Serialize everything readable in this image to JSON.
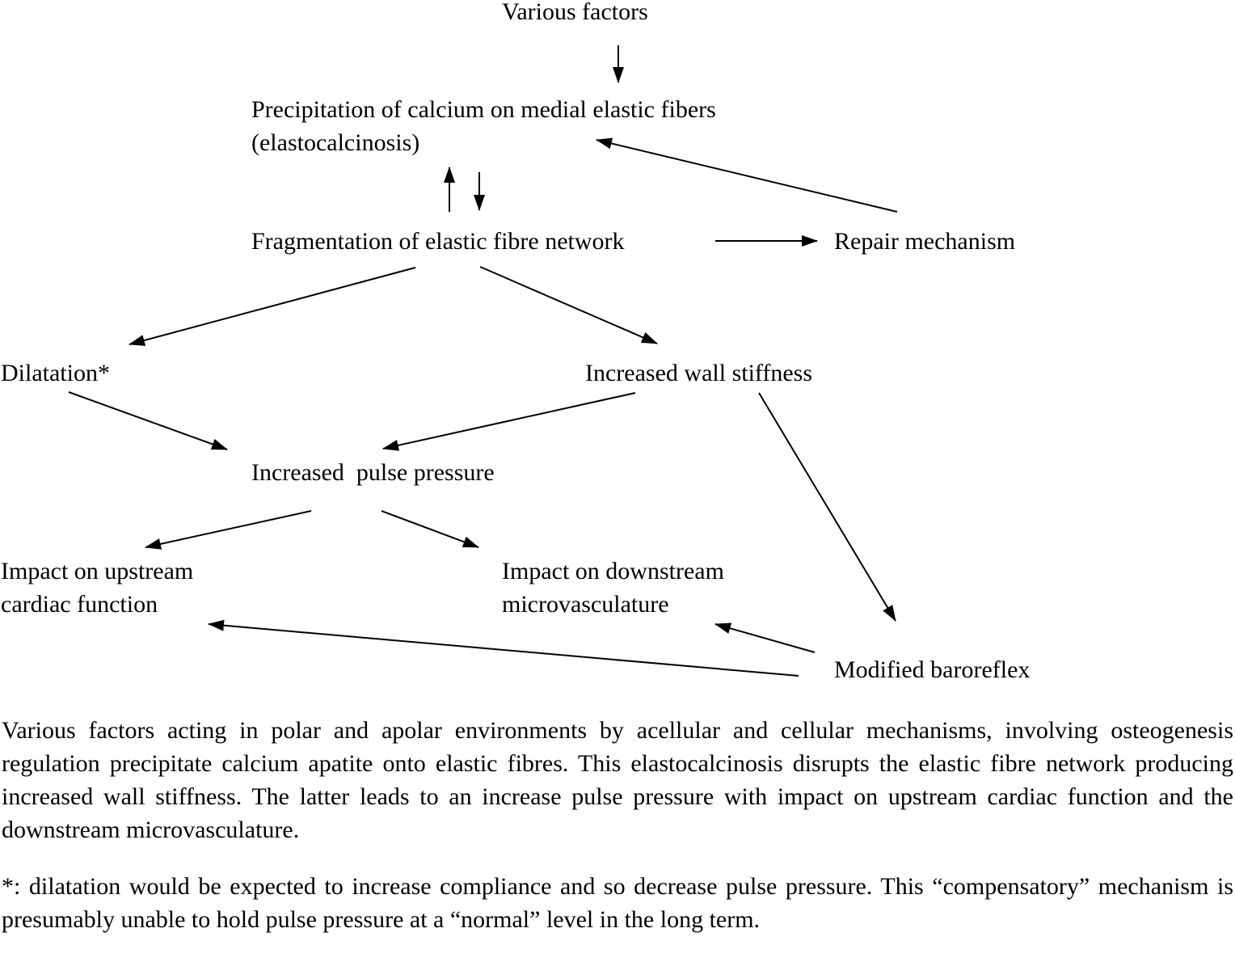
{
  "diagram": {
    "nodes": {
      "various_factors": "Various factors",
      "precipitation_line1": "Precipitation of calcium on medial elastic fibers",
      "precipitation_line2": "(elastocalcinosis)",
      "fragmentation": "Fragmentation of elastic fibre network",
      "repair": "Repair mechanism",
      "dilatation": "Dilatation*",
      "wall_stiffness": "Increased wall stiffness",
      "pulse_pressure": "Increased  pulse pressure",
      "upstream_line1": "Impact on upstream",
      "upstream_line2": "cardiac function",
      "downstream_line1": "Impact on downstream",
      "downstream_line2": "microvasculature",
      "baroreflex": "Modified baroreflex"
    },
    "edges": [
      {
        "from": "various_factors",
        "to": "precipitation"
      },
      {
        "from": "fragmentation",
        "to": "precipitation"
      },
      {
        "from": "precipitation",
        "to": "fragmentation"
      },
      {
        "from": "repair",
        "to": "precipitation"
      },
      {
        "from": "fragmentation",
        "to": "repair"
      },
      {
        "from": "fragmentation",
        "to": "dilatation"
      },
      {
        "from": "fragmentation",
        "to": "wall_stiffness"
      },
      {
        "from": "dilatation",
        "to": "pulse_pressure"
      },
      {
        "from": "wall_stiffness",
        "to": "pulse_pressure"
      },
      {
        "from": "wall_stiffness",
        "to": "baroreflex"
      },
      {
        "from": "pulse_pressure",
        "to": "upstream"
      },
      {
        "from": "pulse_pressure",
        "to": "downstream"
      },
      {
        "from": "baroreflex",
        "to": "downstream"
      },
      {
        "from": "baroreflex",
        "to": "upstream"
      }
    ],
    "line_color": "#000000"
  },
  "caption": {
    "paragraph1": "Various factors acting in polar and apolar environments by acellular and cellular mechanisms, involving osteogenesis regulation precipitate calcium apatite onto elastic fibres. This elastocalcinosis disrupts the elastic fibre network producing increased wall stiffness. The latter leads to an increase pulse pressure with impact on upstream cardiac function and the downstream microvasculature.",
    "paragraph2": "*: dilatation would be expected to increase compliance and so decrease pulse pressure.  This “compensatory” mechanism is presumably unable to hold pulse pressure at a “normal” level in the long term."
  }
}
